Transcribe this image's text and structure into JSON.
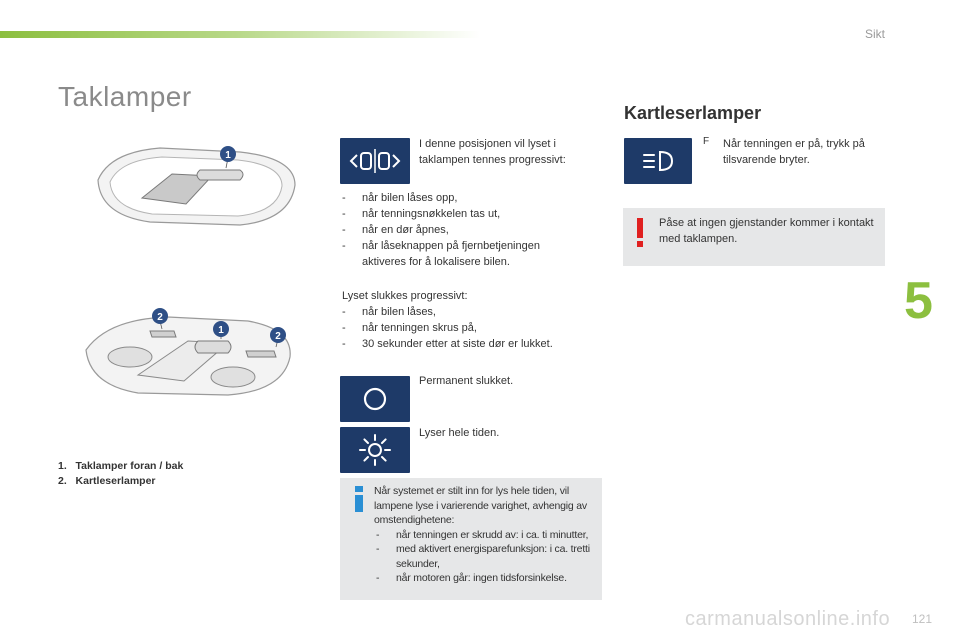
{
  "header": {
    "section": "Sikt",
    "title": "Taklamper",
    "chapter": "5"
  },
  "captions": [
    {
      "num": "1.",
      "label": "Taklamper foran / bak"
    },
    {
      "num": "2.",
      "label": "Kartleserlamper"
    }
  ],
  "callouts": {
    "one": "1",
    "two": "2"
  },
  "taklamper": {
    "door_text": "I denne posisjonen vil lyset i taklampen tennes progressivt:",
    "door_list": [
      "når bilen låses opp,",
      "når tenningsnøkkelen tas ut,",
      "når en dør åpnes,",
      "når låseknappen på fjernbetjeningen aktiveres for å lokalisere bilen."
    ],
    "off_intro": "Lyset slukkes progressivt:",
    "off_list": [
      "når bilen låses,",
      "når tenningen skrus på,",
      "30 sekunder etter at siste dør er lukket."
    ],
    "permanent_off": "Permanent slukket.",
    "always_on": "Lyser hele tiden."
  },
  "info": {
    "intro": "Når systemet er stilt inn for lys hele tiden, vil lampene lyse i varierende varighet, avhengig av omstendighetene:",
    "items": [
      "når tenningen er skrudd av: i ca. ti minutter,",
      "med aktivert energisparefunksjon: i ca. tretti sekunder,",
      "når motoren går: ingen tidsforsinkelse."
    ]
  },
  "kartleser": {
    "title": "Kartleserlamper",
    "bullet_glyph": "F",
    "instruction": "Når tenningen er på, trykk på tilsvarende bryter.",
    "warning": "Påse at ingen gjenstander kommer i kontakt med taklampen."
  },
  "footer": {
    "page": "121",
    "watermark": "carmanualsonline.info"
  },
  "colors": {
    "accent_green": "#8cbf3f",
    "icon_navy": "#1e3a68",
    "note_grey": "#e6e7e8",
    "info_blue": "#2a8fd4",
    "warning_red": "#e02020"
  }
}
